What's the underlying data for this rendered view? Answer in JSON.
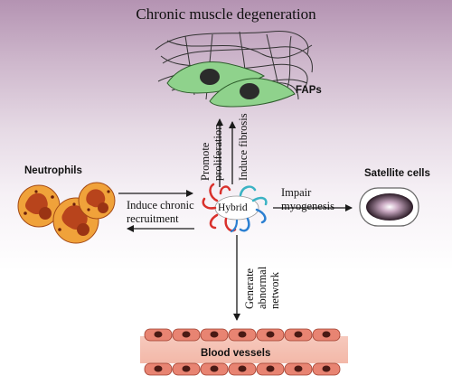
{
  "diagram": {
    "title": "Chronic muscle degeneration",
    "center": {
      "label": "Hybrid"
    },
    "nodes": {
      "faps": "FAPs",
      "neutrophils": "Neutrophils",
      "satellite": "Satellite cells",
      "blood": "Blood vessels"
    },
    "edges": {
      "promote": [
        "Promote",
        "proliferation"
      ],
      "fibrosis": "Induce fibrosis",
      "chronic": [
        "Induce chronic",
        "recruitment"
      ],
      "impair": [
        "Impair",
        "myogenesis"
      ],
      "generate": [
        "Generate",
        "abnormal",
        "network"
      ]
    }
  },
  "colors": {
    "background_top": "#b493b2",
    "fap_cell": "#8fd28c",
    "nucleus": "#2b2b2b",
    "neutrophil_outer": "#f0a23a",
    "neutrophil_inner": "#b8441c",
    "vessel": "#e88472",
    "hybrid_arms": [
      "#d9312c",
      "#2b7fd1",
      "#3bb3c4"
    ]
  }
}
